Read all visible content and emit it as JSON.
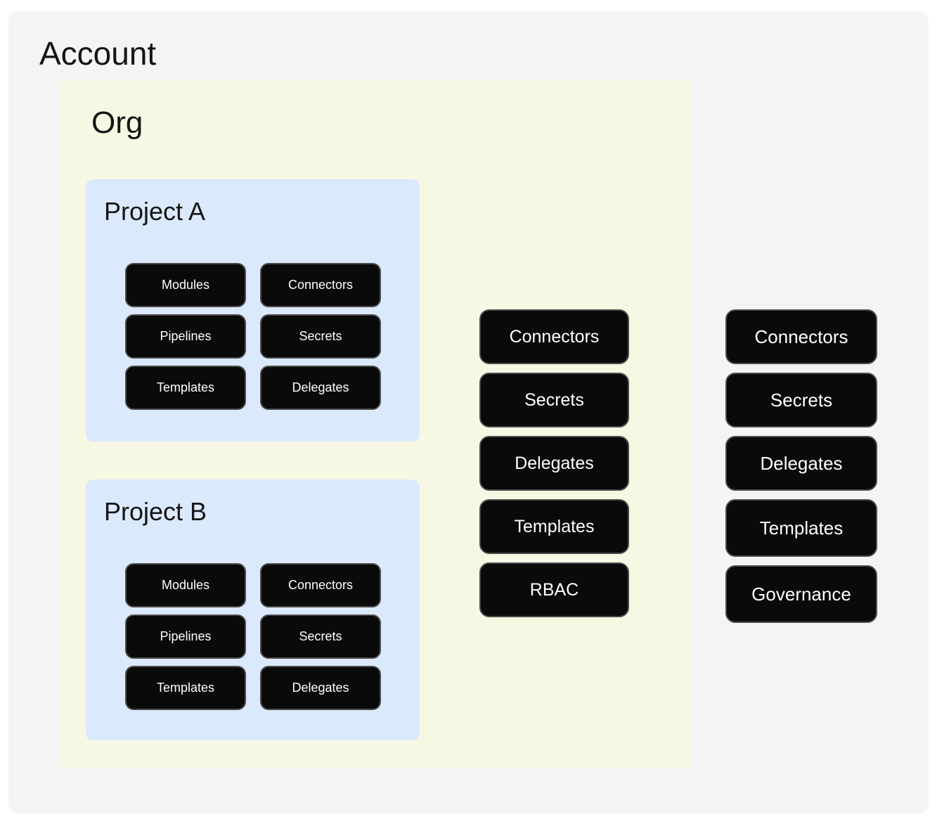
{
  "account": {
    "label": "Account",
    "resources": [
      "Connectors",
      "Secrets",
      "Delegates",
      "Templates",
      "Governance"
    ],
    "org": {
      "label": "Org",
      "resources": [
        "Connectors",
        "Secrets",
        "Delegates",
        "Templates",
        "RBAC"
      ],
      "projects": [
        {
          "label": "Project A",
          "resources": [
            "Modules",
            "Connectors",
            "Pipelines",
            "Secrets",
            "Templates",
            "Delegates"
          ]
        },
        {
          "label": "Project B",
          "resources": [
            "Modules",
            "Connectors",
            "Pipelines",
            "Secrets",
            "Templates",
            "Delegates"
          ]
        }
      ]
    }
  },
  "colors": {
    "page_bg": "#ffffff",
    "account_bg": "#f4f4f4",
    "org_bg": "#f7f8e3",
    "project_bg": "#dbe9fc",
    "chip_bg": "#0a0a0a",
    "chip_border": "#4c4c4c",
    "chip_text": "#ffffff",
    "label_text": "#151515"
  }
}
